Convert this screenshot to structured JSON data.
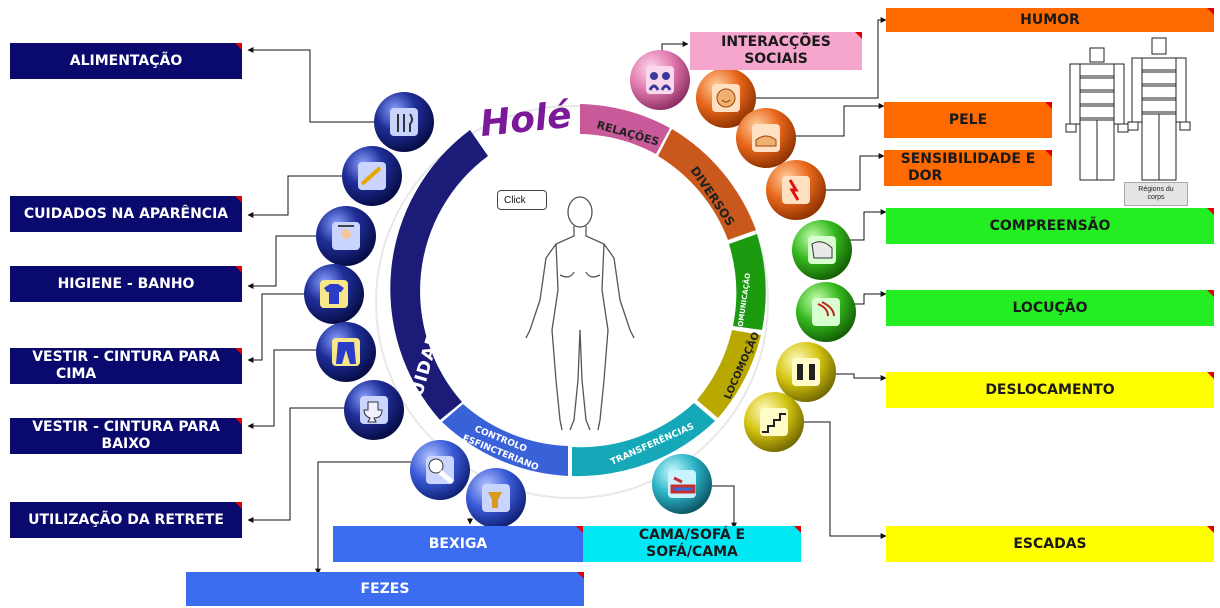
{
  "logo_text": "Holé",
  "callout": "Click",
  "wheel": {
    "cuidados": "CUIDADOS PESSOAIS",
    "relacoes": "RELAÇÕES",
    "diversos": "DIVERSOS",
    "comunicacao": "COMUNICAÇÃO",
    "locomocao": "LOCOMOÇÃO",
    "transferencias": "TRANSFERÊNCIAS",
    "controlo_1": "CONTROLO",
    "controlo_2": "ESFINCTERIANO"
  },
  "buttons": {
    "alimentacao": "ALIMENTAÇÃO",
    "cuidados_aparencia": "CUIDADOS NA APARÊNCIA",
    "higiene_banho": "HIGIENE - BANHO",
    "vestir_cima_1": "VESTIR - CINTURA PARA",
    "vestir_cima_2": "CIMA",
    "vestir_baixo_1": "VESTIR - CINTURA PARA",
    "vestir_baixo_2": "BAIXO",
    "utilizacao_retrete": "UTILIZAÇÃO DA RETRETE",
    "bexiga": "BEXIGA",
    "fezes": "FEZES",
    "cama_1": "CAMA/SOFÁ E",
    "cama_2": "SOFÁ/CAMA",
    "interaccoes_1": "INTERACÇÕES",
    "interaccoes_2": "SOCIAIS",
    "humor": "HUMOR",
    "pele": "PELE",
    "sensibilidade_1": "SENSIBILIDADE E",
    "sensibilidade_2": "DOR",
    "compreensao": "COMPREENSÃO",
    "locucao": "LOCUÇÃO",
    "deslocamento": "DESLOCAMENTO",
    "escadas": "ESCADAS"
  },
  "region_button": {
    "line1": "Régions du",
    "line2": "corps"
  },
  "colors": {
    "navy": "#0a0a6e",
    "orange": "#ff6a00",
    "pink": "#f6a6cc",
    "green": "#22ee22",
    "yellow": "#ffff00",
    "blue": "#3c6cf0",
    "cyan": "#00e8f4"
  },
  "icons": [
    "cutlery-icon",
    "mirror-icon",
    "shower-icon",
    "shirt-icon",
    "trousers-icon",
    "toilet-icon",
    "toilet-paper-icon",
    "bladder-icon",
    "bed-transfer-icon",
    "social-interaction-icon",
    "mood-face-icon",
    "skin-hand-icon",
    "pain-icon",
    "comprehension-icon",
    "speech-icon",
    "walking-icon",
    "stairs-icon"
  ]
}
